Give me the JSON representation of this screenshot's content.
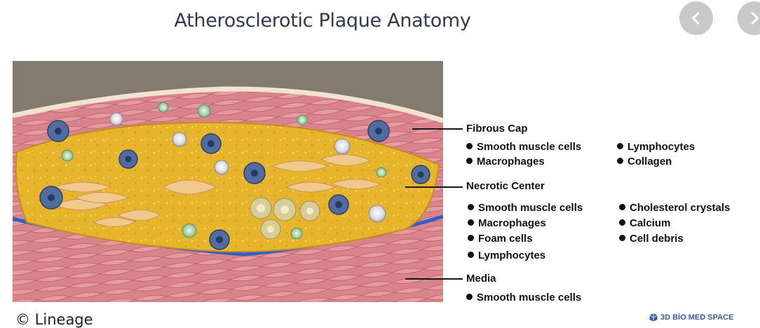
{
  "title": "Atherosclerotic Plaque Anatomy",
  "nav": {
    "prev_icon": "chevron-left-icon",
    "next_icon": "chevron-right-icon"
  },
  "sections": {
    "fibrous_cap": {
      "heading": "Fibrous Cap",
      "items": [
        "Smooth muscle cells",
        "Lymphocytes",
        "Macrophages",
        "Collagen"
      ]
    },
    "necrotic_center": {
      "heading": "Necrotic Center",
      "items": [
        "Smooth muscle cells",
        "Cholesterol crystals",
        "Macrophages",
        "Calcium",
        "Foam cells",
        "Cell debris",
        "Lymphocytes"
      ]
    },
    "media": {
      "heading": "Media",
      "items": [
        "Smooth muscle cells"
      ]
    }
  },
  "footer": {
    "copyright": "© Lineage",
    "brand": "3D BİO MED SPACE"
  },
  "colors": {
    "title": "#2f3b4c",
    "plaque_yellow": "#e8b92e",
    "wall_pink": "#d77d86",
    "lumen_gray": "#837a70",
    "vessel_blue": "#2c5fc9",
    "brand_blue": "#3d5a9e"
  }
}
